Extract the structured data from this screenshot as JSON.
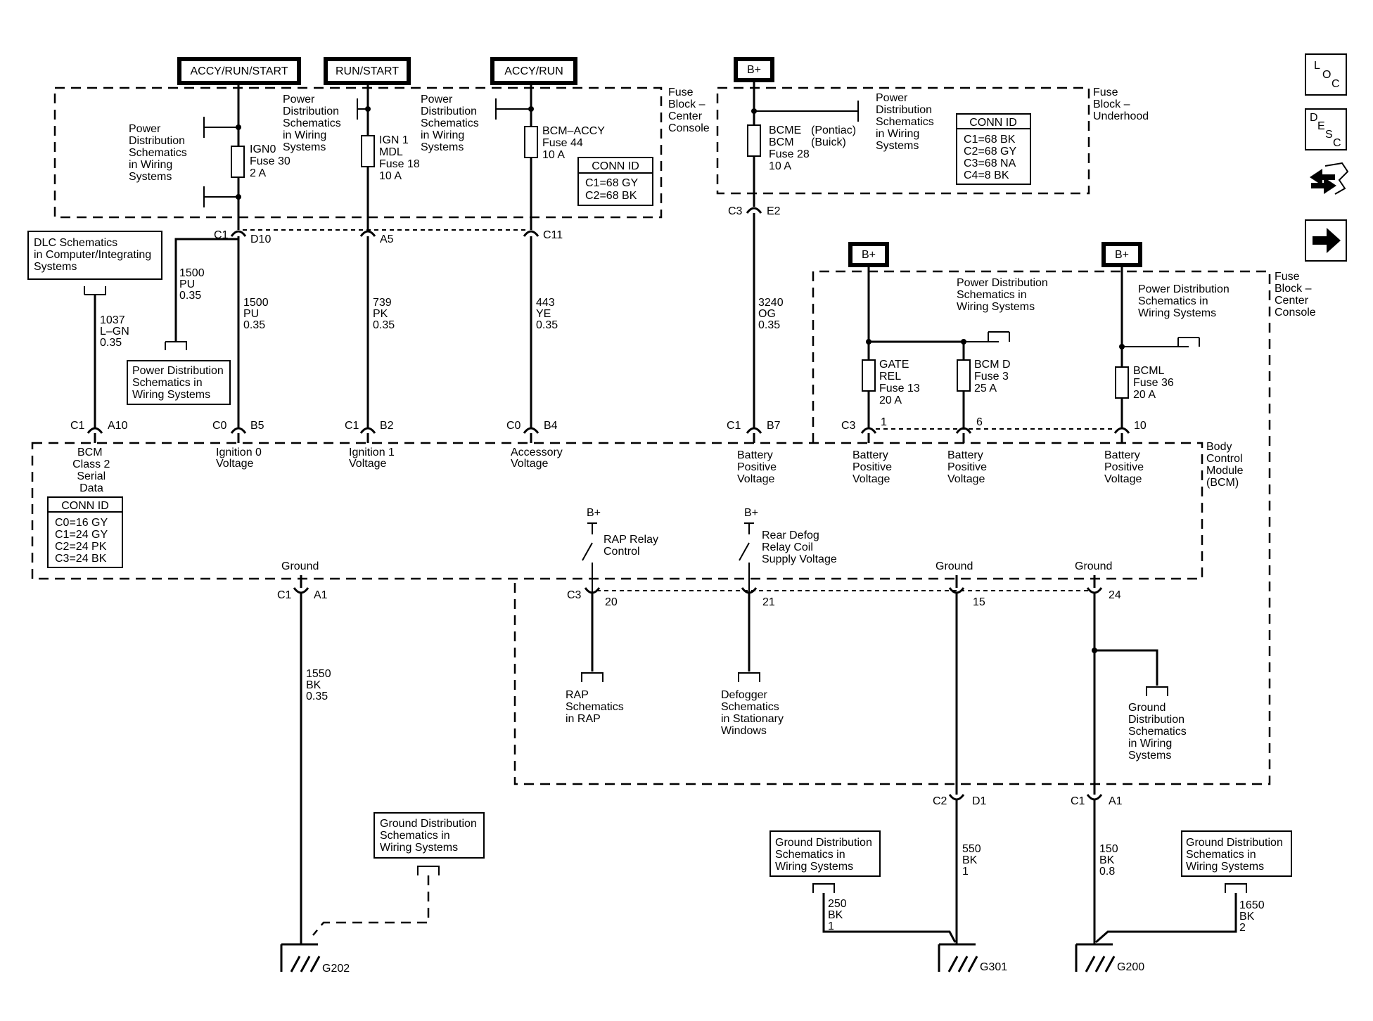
{
  "power_sources": {
    "accy_run_start": "ACCY/RUN/START",
    "run_start": "RUN/START",
    "accy_run": "ACCY/RUN",
    "b_plus": "B+"
  },
  "fuse_block_center": [
    "Fuse",
    "Block –",
    "Center",
    "Console"
  ],
  "fuse_block_underhood": [
    "Fuse",
    "Block –",
    "Underhood"
  ],
  "pds_4line": [
    "Power",
    "Distribution",
    "Schematics",
    "in Wiring",
    "Systems"
  ],
  "pds_3line": [
    "Power Distribution",
    "Schematics in",
    "Wiring Systems"
  ],
  "pds_rear": [
    "Power Distribution",
    "Schematics in",
    "Wiring Systems"
  ],
  "pds_box_left": [
    "Power Distribution",
    "Schematics in",
    "Wiring  Systems"
  ],
  "dlc_box": [
    "DLC Schematics",
    "in Computer/Integrating",
    "Systems"
  ],
  "fuses": {
    "ign0": [
      "IGN0",
      "Fuse 30",
      "2 A"
    ],
    "ign1": [
      "IGN 1",
      "MDL",
      "Fuse 18",
      "10 A"
    ],
    "bcm_accy": [
      "BCM–ACCY",
      "Fuse 44",
      "10 A"
    ],
    "bcme_l1a": "BCME",
    "bcme_l1b": "(Pontiac)",
    "bcme_l2a": "BCM",
    "bcme_l2b": "(Buick)",
    "bcme_rest": [
      "Fuse 28",
      "10 A"
    ],
    "gate": [
      "GATE",
      "REL",
      "Fuse 13",
      "20 A"
    ],
    "bcmd": [
      "BCM D",
      "Fuse 3",
      "25 A"
    ],
    "bcml": [
      "BCML",
      "Fuse 36",
      "20  A"
    ]
  },
  "conn_id_center": {
    "title": "CONN ID",
    "rows": [
      "C1=68 GY",
      "C2=68 BK"
    ]
  },
  "conn_id_underhood": {
    "title": "CONN ID",
    "rows": [
      "C1=68 BK",
      "C2=68 GY",
      "C3=68 NA",
      "C4=8 BK"
    ]
  },
  "conn_id_bcm": {
    "title": "CONN ID",
    "rows": [
      "C0=16 GY",
      "C1=24 GY",
      "C2=24 PK",
      "C3=24 BK"
    ]
  },
  "connector_labels": {
    "c1": "C1",
    "d10": "D10",
    "a5": "A5",
    "c11": "C11",
    "c3": "C3",
    "e2": "E2",
    "c1b": "C1",
    "a10": "A10",
    "c0a": "C0",
    "b5": "B5",
    "c1c": "C1",
    "b2": "B2",
    "c0b": "C0",
    "b4": "B4",
    "c1d": "C1",
    "b7": "B7",
    "c3b": "C3",
    "p1": "1",
    "p6": "6",
    "p10": "10",
    "c1e": "C1",
    "a1": "A1",
    "c3c": "C3",
    "p20": "20",
    "p21": "21",
    "p15": "15",
    "p24": "24",
    "c2": "C2",
    "d1": "D1",
    "c1f": "C1",
    "a1b": "A1"
  },
  "wires": {
    "w1037": [
      "1037",
      "L–GN",
      "0.35"
    ],
    "w1500a": [
      "1500",
      "PU",
      "0.35"
    ],
    "w1500b": [
      "1500",
      "PU",
      "0.35"
    ],
    "w739": [
      "739",
      "PK",
      "0.35"
    ],
    "w443": [
      "443",
      "YE",
      "0.35"
    ],
    "w3240": [
      "3240",
      "OG",
      "0.35"
    ],
    "w1550": [
      "1550",
      "BK",
      "0.35"
    ],
    "w550": [
      "550",
      "BK",
      "1"
    ],
    "w150": [
      "150",
      "BK",
      "0.8"
    ],
    "w250": [
      "250",
      "BK",
      "1"
    ],
    "w1650": [
      "1650",
      "BK",
      "2"
    ]
  },
  "bcm_inputs": {
    "serial": [
      "BCM",
      "Class 2",
      "Serial",
      "Data"
    ],
    "ign0": [
      "Ignition 0",
      "Voltage"
    ],
    "ign1": [
      "Ignition 1",
      "Voltage"
    ],
    "accy": [
      "Accessory",
      "Voltage"
    ],
    "batt": [
      "Battery",
      "Positive",
      "Voltage"
    ]
  },
  "bcm_label": [
    "Body",
    "Control",
    "Module",
    "(BCM)"
  ],
  "bcm_internal": {
    "rap_relay": [
      "RAP Relay",
      "Control"
    ],
    "rear_defog": [
      "Rear Defog",
      "Relay Coil",
      "Supply Voltage"
    ],
    "ground": "Ground"
  },
  "destinations": {
    "rap": [
      "RAP",
      "Schematics",
      "in RAP"
    ],
    "defog": [
      "Defogger",
      "Schematics",
      "in Stationary",
      "Windows"
    ],
    "ground_dist": [
      "Ground",
      "Distribution",
      "Schematics",
      "in Wiring",
      "Systems"
    ],
    "gds_box": [
      "Ground Distribution",
      "Schematics in",
      "Wiring Systems"
    ]
  },
  "grounds": {
    "g202": "G202",
    "g301": "G301",
    "g200": "G200"
  },
  "nav": {
    "loc": [
      "L",
      "O",
      "C"
    ],
    "desc": [
      "D",
      "E",
      "S",
      "C"
    ]
  }
}
